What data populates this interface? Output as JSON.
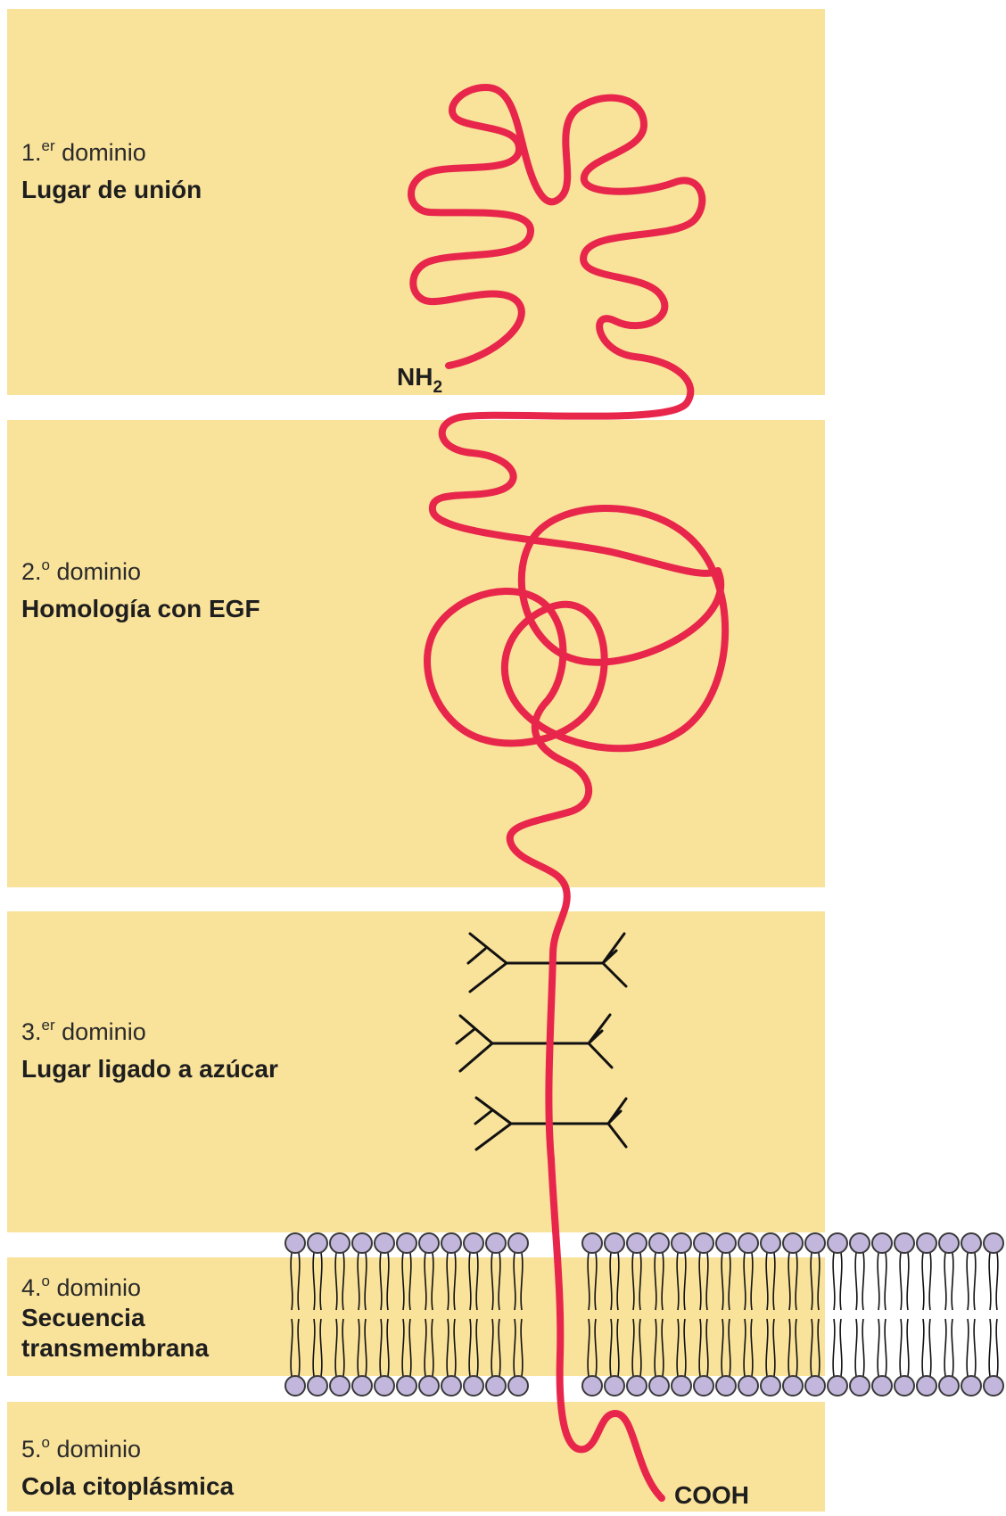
{
  "domains": [
    {
      "number_label": "1.",
      "number_sup": "er",
      "number_rest": " dominio",
      "name_lines": [
        "Lugar de unión"
      ]
    },
    {
      "number_label": "2.",
      "number_sup": "o",
      "number_rest": " dominio",
      "name_lines": [
        "Homología con EGF"
      ]
    },
    {
      "number_label": "3.",
      "number_sup": "er",
      "number_rest": " dominio",
      "name_lines": [
        "Lugar ligado a azúcar"
      ]
    },
    {
      "number_label": "4.",
      "number_sup": "o",
      "number_rest": " dominio",
      "name_lines": [
        "Secuencia",
        "transmembrana"
      ]
    },
    {
      "number_label": "5.",
      "number_sup": "o",
      "number_rest": " dominio",
      "name_lines": [
        "Cola citoplásmica"
      ]
    }
  ],
  "terminals": {
    "n_terminus_main": "NH",
    "n_terminus_sub": "2",
    "c_terminus": "COOH"
  },
  "colors": {
    "panel": "#f9e29a",
    "protein": "#e8264c",
    "lipid_head": "#c3b6dc"
  }
}
